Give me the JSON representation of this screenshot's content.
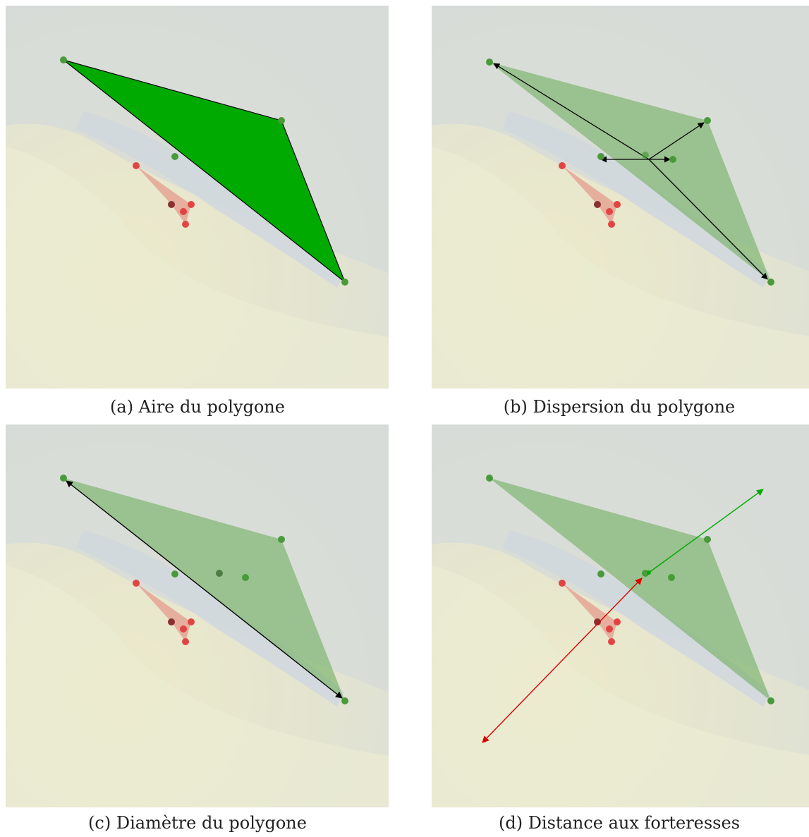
{
  "figure": {
    "captions": {
      "a": "(a) Aire du polygone",
      "b": "(b) Dispersion du polygone",
      "c": "(c) Diamètre du polygone",
      "d": "(d) Distance aux forteresses"
    }
  },
  "colors": {
    "team_green": "#4a9a3c",
    "team_red": "#e24444",
    "polygon_solid": "#00aa00",
    "polygon_faded": "#66aa55",
    "arrow_black": "#000000",
    "arrow_green": "#00aa00",
    "arrow_red": "#dd0000"
  }
}
